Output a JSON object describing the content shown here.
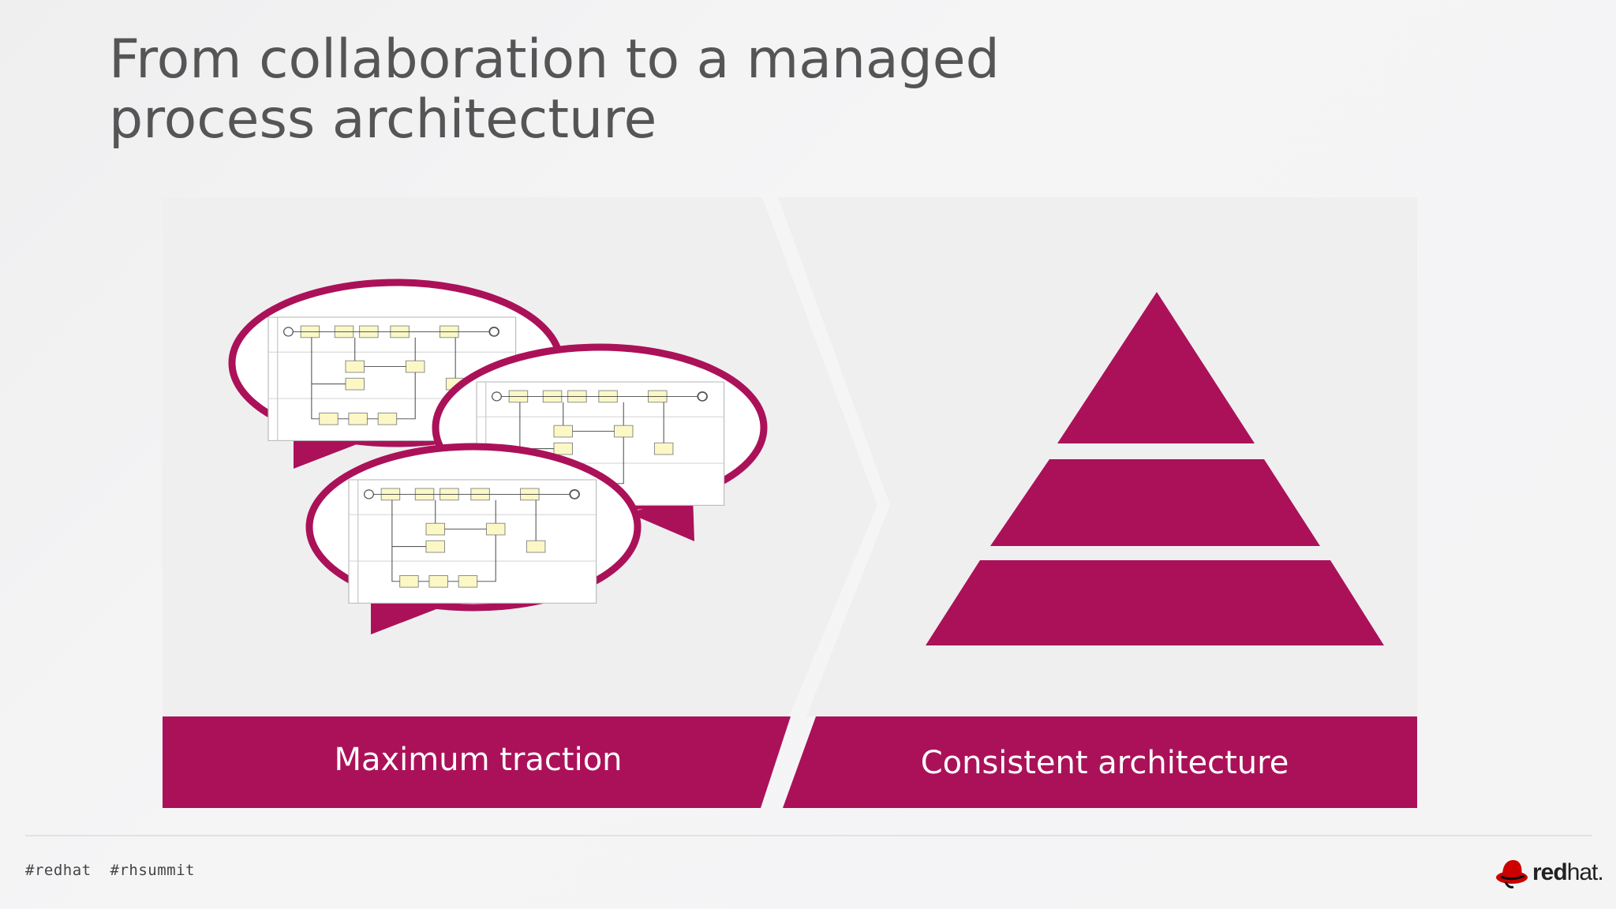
{
  "slide": {
    "title_line1": "From collaboration to a managed",
    "title_line2": "process architecture"
  },
  "left_panel": {
    "label": "Maximum traction",
    "illustration": "speech-bubbles-with-process-diagrams",
    "bubble_count": 3
  },
  "right_panel": {
    "label": "Consistent architecture",
    "illustration": "three-tier-pyramid",
    "tier_count": 3
  },
  "footer": {
    "hashtags": [
      "#redhat",
      "#rhsummit"
    ],
    "logo_bold": "red",
    "logo_light": "hat."
  },
  "colors": {
    "accent": "#ab1158",
    "panel_bg": "#efeff0",
    "title": "#555555",
    "band_text": "#ffffff"
  }
}
